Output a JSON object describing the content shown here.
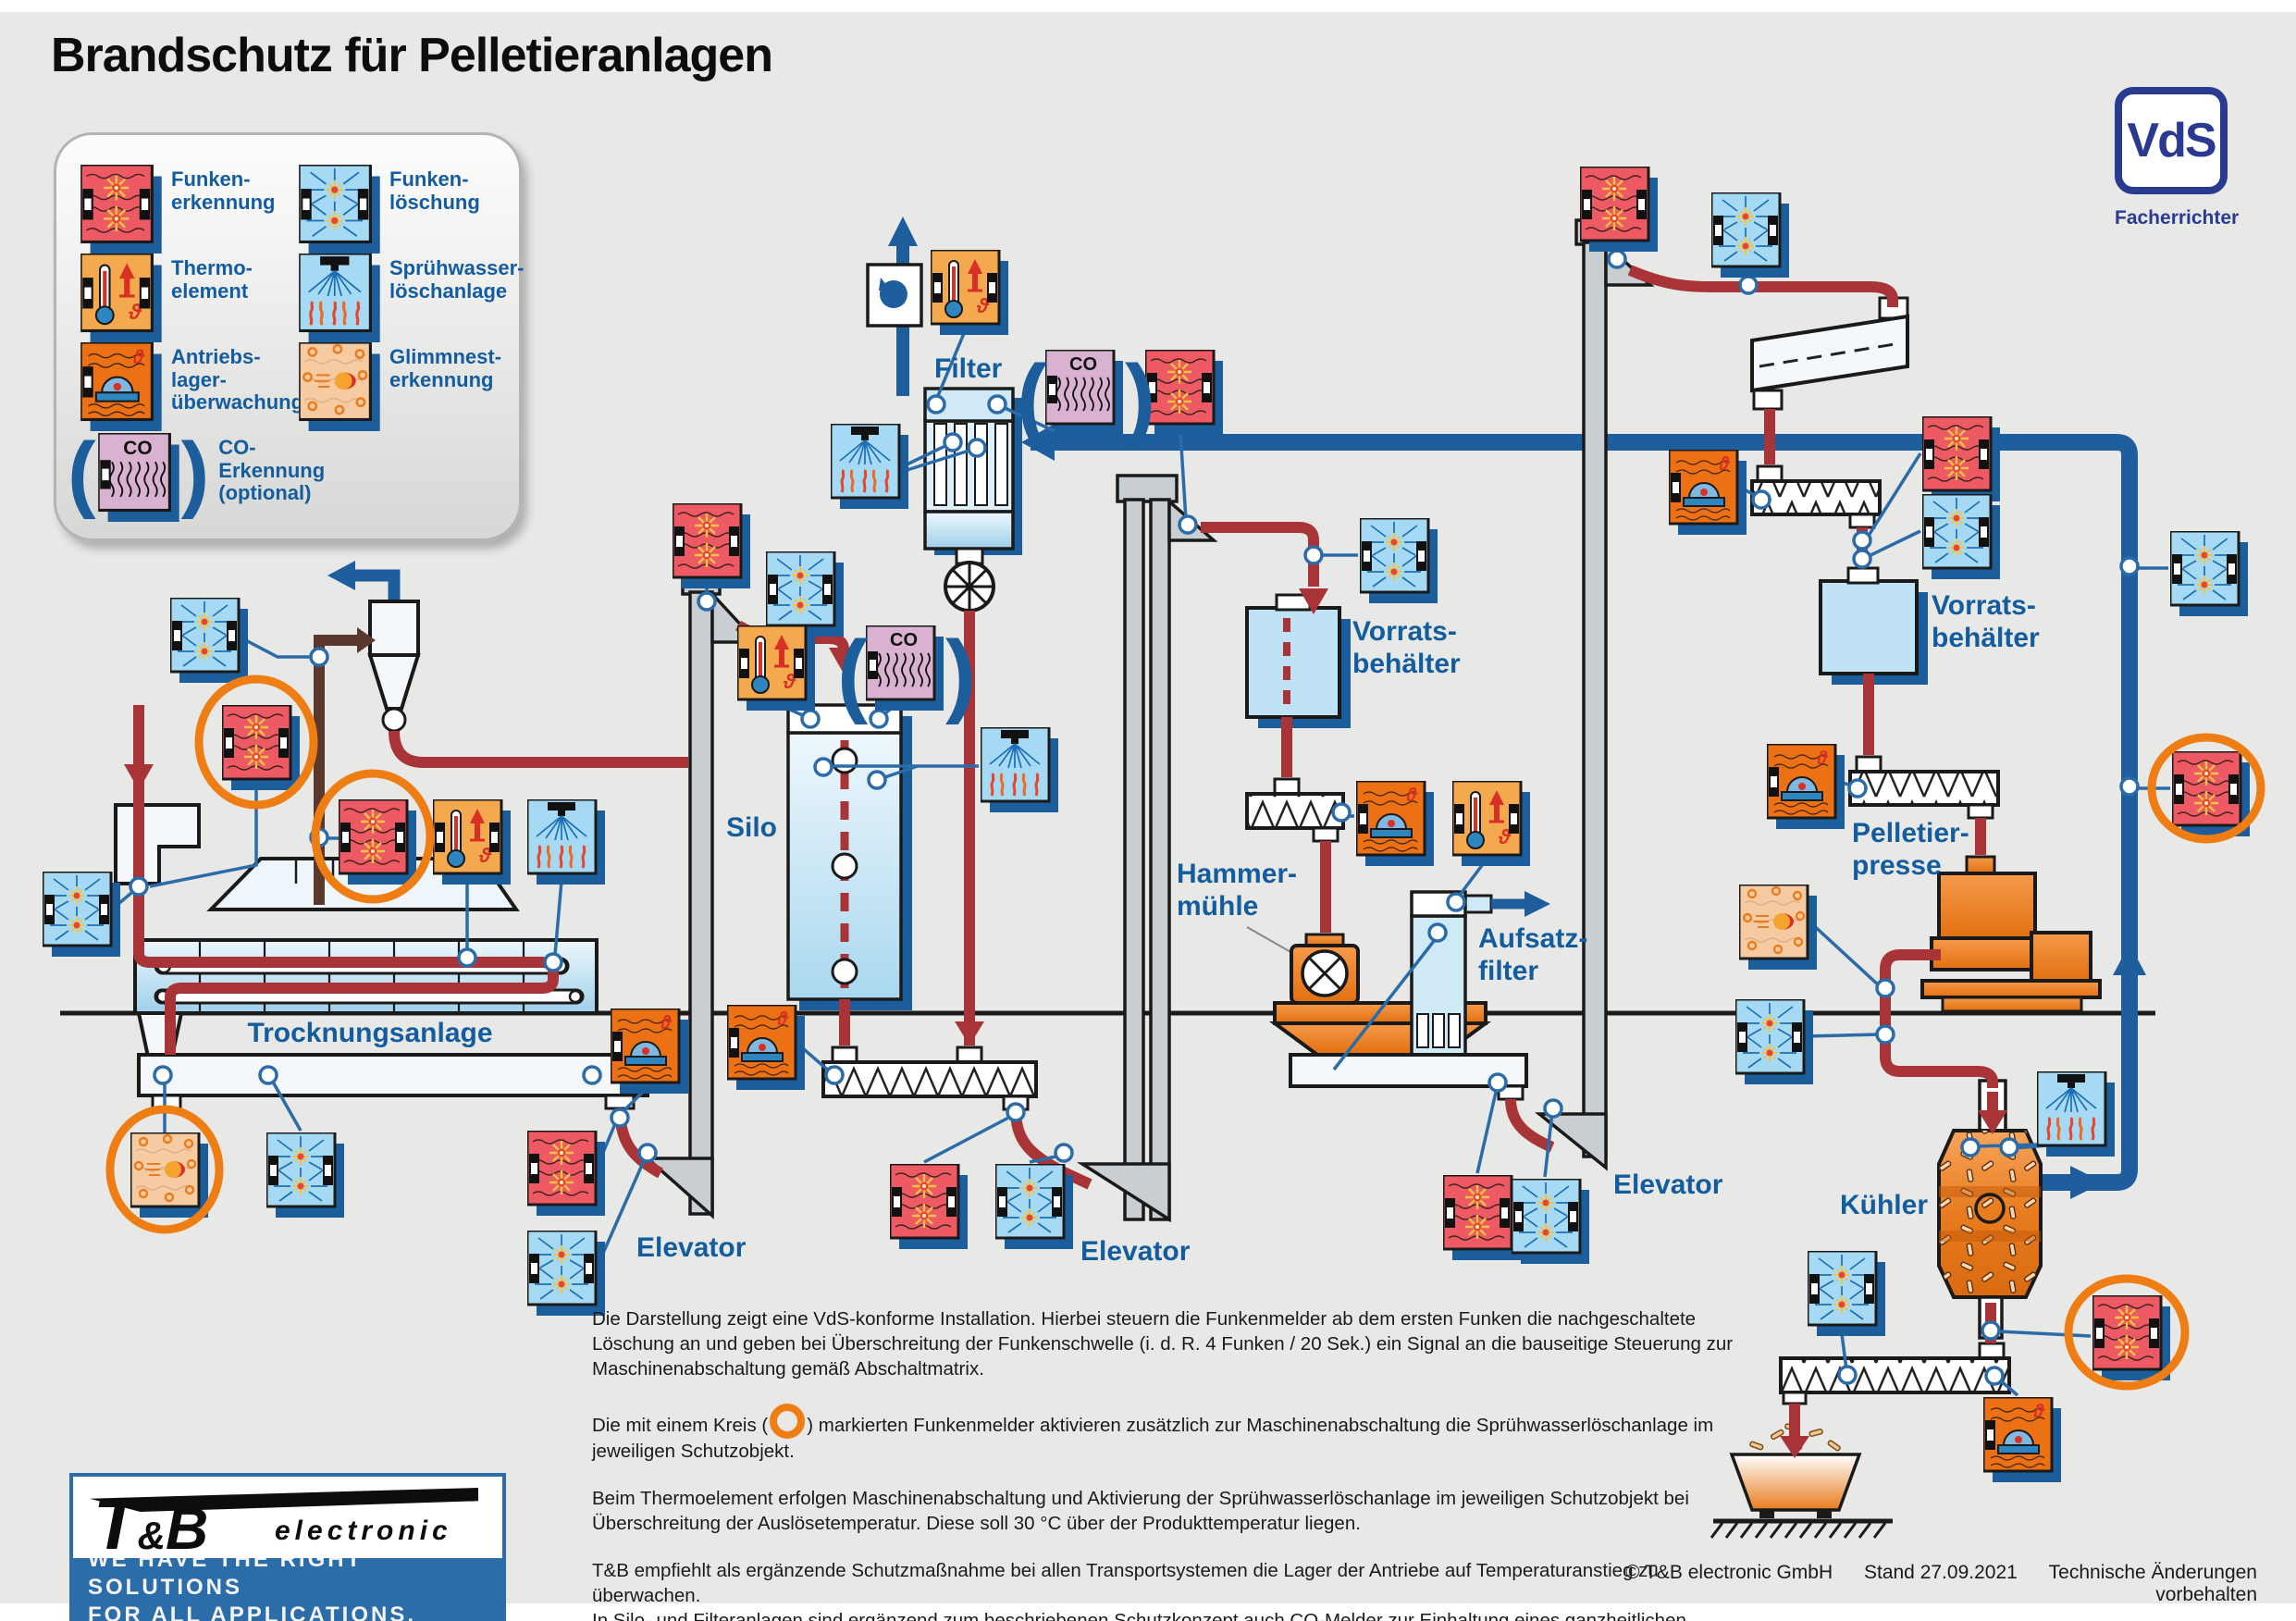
{
  "title": "Brandschutz für Pelletieranlagen",
  "vds": {
    "logo": "VdS",
    "subtitle": "Facherrichter"
  },
  "legend": {
    "items": [
      {
        "id": "funkenerkennung",
        "icon": "spark-detection-icon",
        "label": "Funken-\nerkennung"
      },
      {
        "id": "funkenloeschung",
        "icon": "spark-extinguishing-icon",
        "label": "Funken-\nlöschung"
      },
      {
        "id": "thermoelement",
        "icon": "thermo-element-icon",
        "label": "Thermo-\nelement"
      },
      {
        "id": "spruehwasser",
        "icon": "spray-water-icon",
        "label": "Sprühwasser-\nlöschanlage"
      },
      {
        "id": "antriebslager",
        "icon": "bearing-monitoring-icon",
        "label": "Antriebs-\nlager-\nüberwachung"
      },
      {
        "id": "glimmnest",
        "icon": "ember-detection-icon",
        "label": "Glimmnest-\nerkennung"
      },
      {
        "id": "co",
        "icon": "co-detection-icon",
        "label": "CO-\nErkennung\n(optional)"
      }
    ]
  },
  "icons": {
    "co_text": "CO",
    "theta_text": "ϑ",
    "paren_open": "(",
    "paren_close": ")"
  },
  "machines": {
    "trocknungsanlage": "Trocknungsanlage",
    "silo": "Silo",
    "filter": "Filter",
    "elevator1": "Elevator",
    "elevator2": "Elevator",
    "elevator3": "Elevator",
    "vorratsbehaelter1": "Vorrats-\nbehälter",
    "vorratsbehaelter2": "Vorrats-\nbehälter",
    "hammermuehle": "Hammer-\nmühle",
    "aufsatzfilter": "Aufsatz-\nfilter",
    "pelletierpresse": "Pelletier-\npresse",
    "kuehler": "Kühler"
  },
  "paragraphs": {
    "p1": "Die Darstellung zeigt eine VdS-konforme Installation. Hierbei steuern die Funkenmelder ab dem ersten Funken die nachgeschaltete Löschung  an und geben bei Überschreitung der Funkenschwelle (i. d. R. 4 Funken / 20 Sek.) ein Signal an die bauseitige Steuerung zur Maschinenabschaltung gemäß Abschaltmatrix.",
    "p2_before": "Die mit einem Kreis (",
    "p2_after": ") markierten Funkenmelder aktivieren zusätzlich zur Maschinenabschaltung  die Sprühwasserlöschanlage im jeweiligen Schutzobjekt.",
    "p3": "Beim Thermoelement erfolgen Maschinenabschaltung und Aktivierung der Sprühwasserlöschanlage im jeweiligen Schutzobjekt bei Überschreitung der Auslösetemperatur. Diese soll 30 °C über der Produkttemperatur liegen.",
    "p4": "T&B empfiehlt als ergänzende Schutzmaßnahme bei allen Transportsystemen die Lager der Antriebe auf Temperaturanstieg zu überwachen.\nIn Silo- und Filteranlagen sind ergänzend zum beschriebenen Schutzkonzept auch CO-Melder zur Einhaltung eines ganzheitlichen Schutzkonzepts zu empfehlen."
  },
  "footer": {
    "copyright": "© T&B electronic GmbH",
    "stand": "Stand 27.09.2021",
    "notice": "Technische Änderungen vorbehalten"
  },
  "brand": {
    "t": "T",
    "amp": "&",
    "b": "B",
    "electronic": "electronic",
    "slogan1": "WE  HAVE  THE  RIGHT  SOLUTIONS",
    "slogan2": "FOR  ALL  APPLICATIONS."
  },
  "colors": {
    "background": "#e8e8e6",
    "label_blue": "#135c9e",
    "pipe_red": "#a93438",
    "pipe_brown": "#5a382c",
    "duct_blue": "#1e5e9c",
    "sensor_blue": "#2a6ba8",
    "circle_marker_orange": "#ee7d14",
    "detector_red": "#ee5a64",
    "detector_lightblue": "#a6d9f3",
    "detector_orange": "#f5a94e",
    "detector_darkorange": "#ec7014",
    "detector_peach": "#f7cba2",
    "detector_pink": "#d9b2d2",
    "shadow_blue": "#1c5e9b",
    "machine_orange": "#e87c1e"
  }
}
